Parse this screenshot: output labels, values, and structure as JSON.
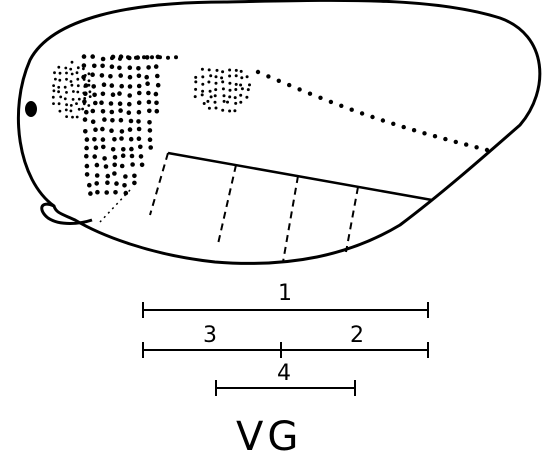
{
  "figure": {
    "scale_bars": [
      {
        "label": "1"
      },
      {
        "label": "3"
      },
      {
        "label": "2"
      },
      {
        "label": "4"
      }
    ],
    "caption": "VG",
    "colors": {
      "ink": "#000000",
      "background": "#ffffff"
    }
  }
}
